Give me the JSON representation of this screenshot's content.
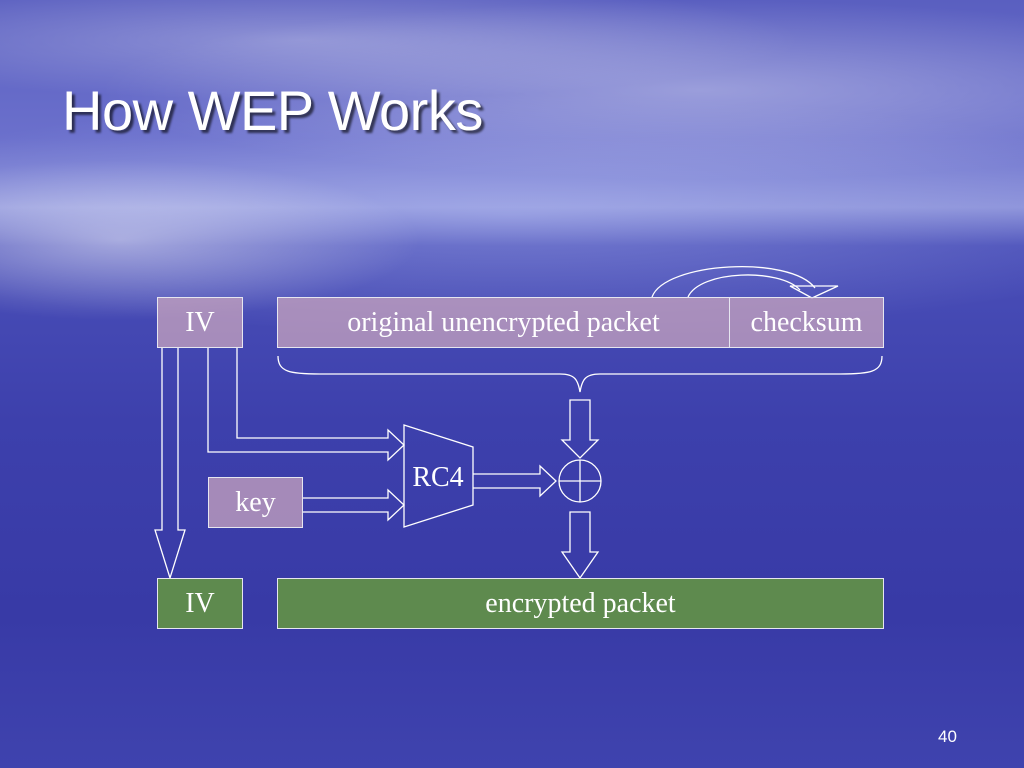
{
  "slide": {
    "title": "How WEP Works",
    "page_number": "40"
  },
  "diagram": {
    "iv_top": "IV",
    "original_packet": "original unencrypted packet",
    "checksum": "checksum",
    "key": "key",
    "rc4": "RC4",
    "iv_bottom": "IV",
    "encrypted_packet": "encrypted packet"
  },
  "colors": {
    "label_fill": "#c3a0be",
    "encrypted_fill": "#5e8a4e",
    "line": "#ffffff"
  }
}
